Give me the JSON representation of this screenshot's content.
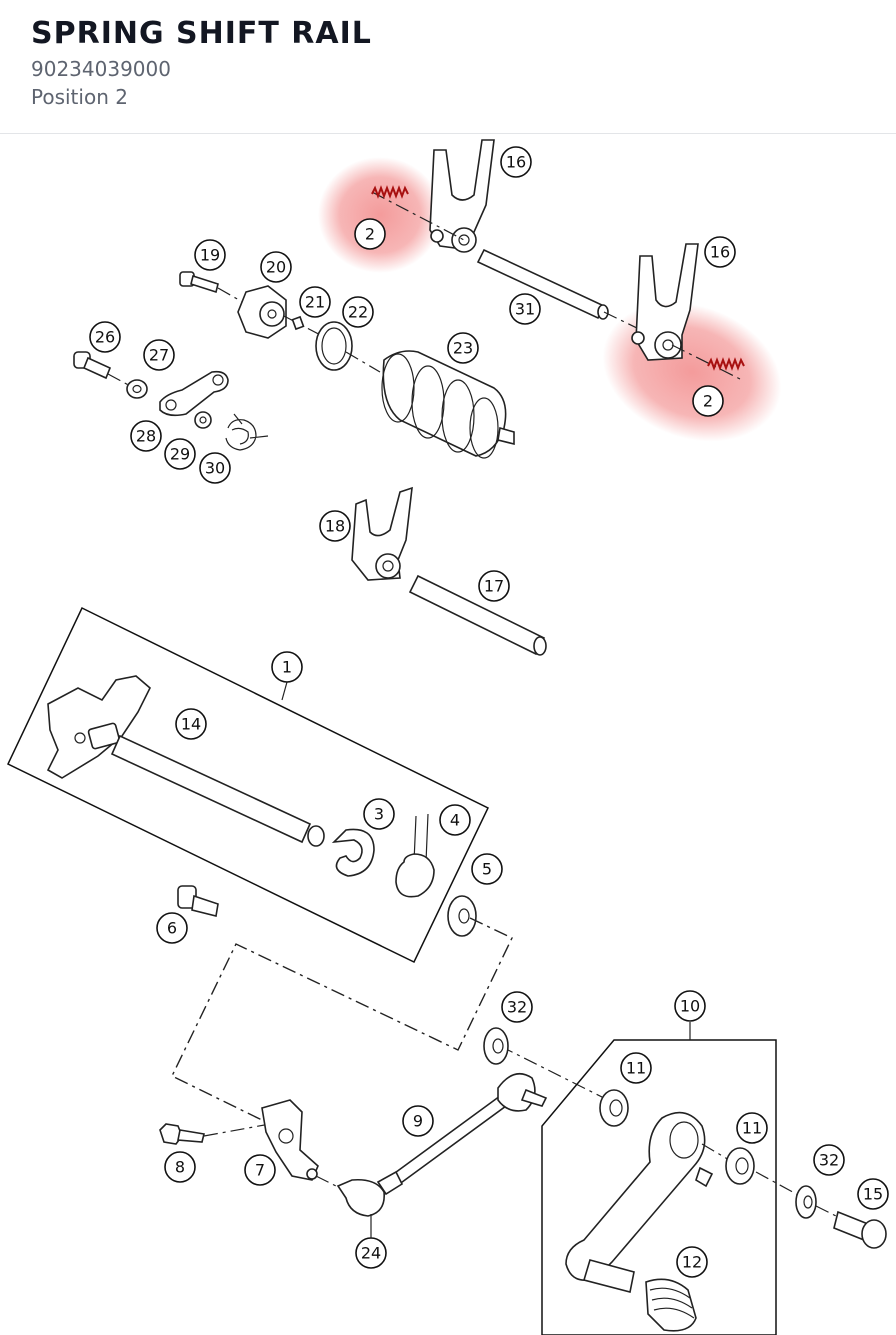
{
  "header": {
    "title": "SPRING SHIFT RAIL",
    "part_number": "90234039000",
    "position": "Position 2"
  },
  "highlight_color": "#f07a7a",
  "callouts": {
    "c1": "1",
    "c2a": "2",
    "c2b": "2",
    "c3": "3",
    "c4": "4",
    "c5": "5",
    "c6": "6",
    "c7": "7",
    "c8": "8",
    "c9": "9",
    "c10": "10",
    "c11a": "11",
    "c11b": "11",
    "c12": "12",
    "c14": "14",
    "c15": "15",
    "c16a": "16",
    "c16b": "16",
    "c17": "17",
    "c18": "18",
    "c19": "19",
    "c20": "20",
    "c21": "21",
    "c22": "22",
    "c23": "23",
    "c24": "24",
    "c26": "26",
    "c27": "27",
    "c28": "28",
    "c29": "29",
    "c30": "30",
    "c31": "31",
    "c32a": "32",
    "c32b": "32"
  }
}
